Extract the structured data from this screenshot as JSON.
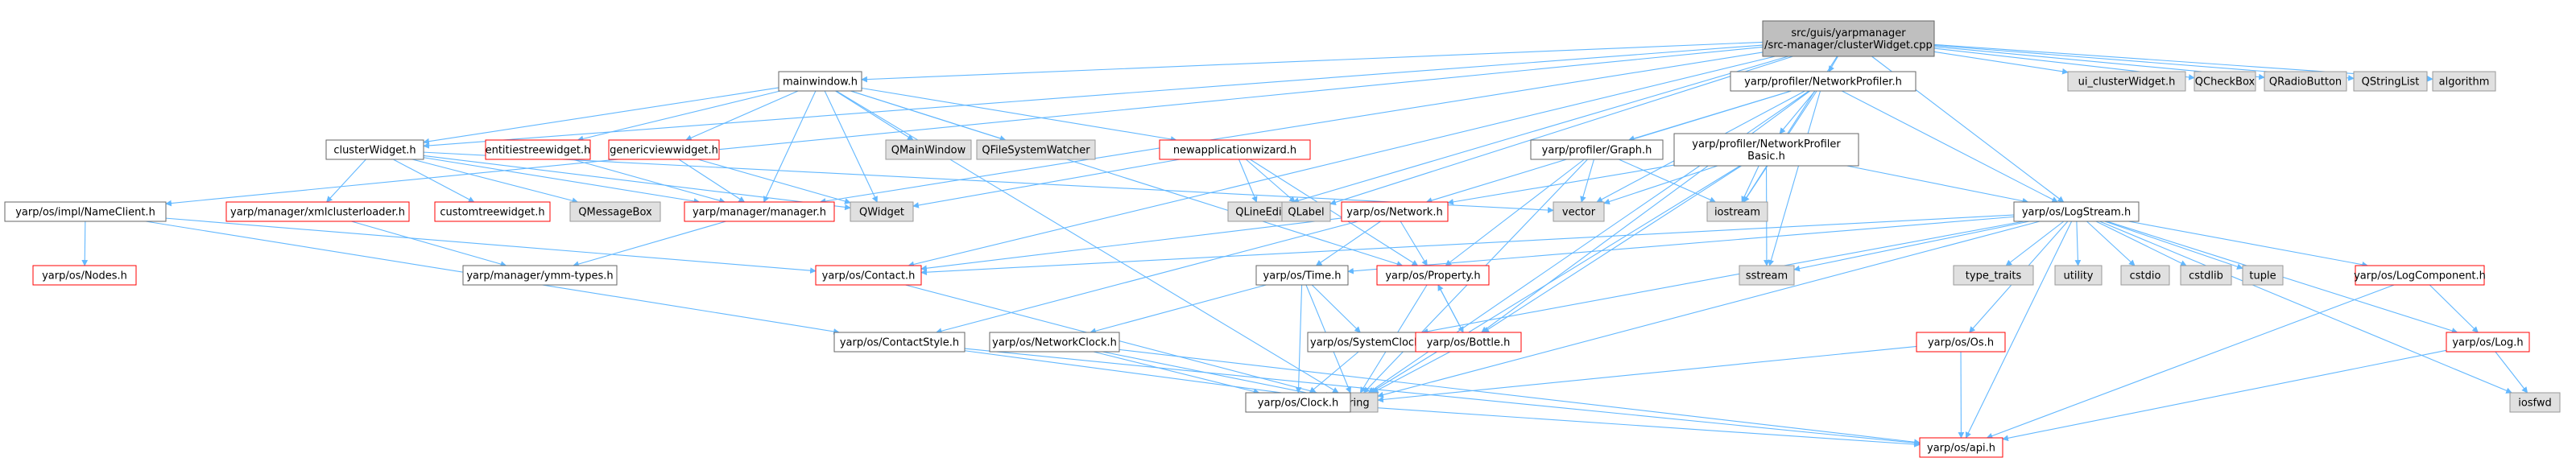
{
  "diagram": {
    "style": {
      "edge_color": "#63b8ff",
      "root_fill": "#bfbfbf",
      "root_border": "#666666",
      "documented_border": "#666666",
      "undocumented_border": "#ff0000",
      "system_fill": "#e0e0e0",
      "system_border": "#999999",
      "node_fill": "#ffffff"
    },
    "nodes": [
      {
        "id": "root",
        "lines": [
          "src/guis/yarpmanager",
          "/src-manager/clusterWidget.cpp"
        ],
        "kind": "root"
      },
      {
        "id": "ui_cw",
        "lines": [
          "ui_clusterWidget.h"
        ],
        "kind": "system"
      },
      {
        "id": "qcheckbox",
        "lines": [
          "QCheckBox"
        ],
        "kind": "system"
      },
      {
        "id": "qradiobutton",
        "lines": [
          "QRadioButton"
        ],
        "kind": "system"
      },
      {
        "id": "qstringlist",
        "lines": [
          "QStringList"
        ],
        "kind": "system"
      },
      {
        "id": "algorithm",
        "lines": [
          "algorithm"
        ],
        "kind": "system"
      },
      {
        "id": "mainwindow",
        "lines": [
          "mainwindow.h"
        ],
        "kind": "documented"
      },
      {
        "id": "netprof",
        "lines": [
          "yarp/profiler/NetworkProfiler.h"
        ],
        "kind": "documented"
      },
      {
        "id": "namecl",
        "lines": [
          "yarp/os/impl/NameClient.h"
        ],
        "kind": "documented"
      },
      {
        "id": "clusterw",
        "lines": [
          "clusterWidget.h"
        ],
        "kind": "documented"
      },
      {
        "id": "entities",
        "lines": [
          "entitiestreewidget.h"
        ],
        "kind": "undocumented"
      },
      {
        "id": "genericview",
        "lines": [
          "genericviewwidget.h"
        ],
        "kind": "undocumented"
      },
      {
        "id": "qmainwindow",
        "lines": [
          "QMainWindow"
        ],
        "kind": "system"
      },
      {
        "id": "qfsw",
        "lines": [
          "QFileSystemWatcher"
        ],
        "kind": "system"
      },
      {
        "id": "newapp",
        "lines": [
          "newapplicationwizard.h"
        ],
        "kind": "undocumented"
      },
      {
        "id": "graph",
        "lines": [
          "yarp/profiler/Graph.h"
        ],
        "kind": "documented"
      },
      {
        "id": "npbasic",
        "lines": [
          "yarp/profiler/NetworkProfiler",
          "Basic.h"
        ],
        "kind": "documented"
      },
      {
        "id": "xmlcl",
        "lines": [
          "yarp/manager/xmlclusterloader.h"
        ],
        "kind": "undocumented"
      },
      {
        "id": "customtree",
        "lines": [
          "customtreewidget.h"
        ],
        "kind": "undocumented"
      },
      {
        "id": "qmessagebox",
        "lines": [
          "QMessageBox"
        ],
        "kind": "system"
      },
      {
        "id": "manager",
        "lines": [
          "yarp/manager/manager.h"
        ],
        "kind": "undocumented"
      },
      {
        "id": "qwidget",
        "lines": [
          "QWidget"
        ],
        "kind": "system"
      },
      {
        "id": "qlineedit",
        "lines": [
          "QLineEdit"
        ],
        "kind": "system"
      },
      {
        "id": "qlabel",
        "lines": [
          "QLabel"
        ],
        "kind": "system"
      },
      {
        "id": "network",
        "lines": [
          "yarp/os/Network.h"
        ],
        "kind": "undocumented"
      },
      {
        "id": "vector",
        "lines": [
          "vector"
        ],
        "kind": "system"
      },
      {
        "id": "iostream",
        "lines": [
          "iostream"
        ],
        "kind": "system"
      },
      {
        "id": "logstream",
        "lines": [
          "yarp/os/LogStream.h"
        ],
        "kind": "documented"
      },
      {
        "id": "nodes",
        "lines": [
          "yarp/os/Nodes.h"
        ],
        "kind": "undocumented"
      },
      {
        "id": "ymmtypes",
        "lines": [
          "yarp/manager/ymm-types.h"
        ],
        "kind": "documented"
      },
      {
        "id": "contact",
        "lines": [
          "yarp/os/Contact.h"
        ],
        "kind": "undocumented"
      },
      {
        "id": "time",
        "lines": [
          "yarp/os/Time.h"
        ],
        "kind": "documented"
      },
      {
        "id": "property",
        "lines": [
          "yarp/os/Property.h"
        ],
        "kind": "undocumented"
      },
      {
        "id": "sstream",
        "lines": [
          "sstream"
        ],
        "kind": "system"
      },
      {
        "id": "typetraits",
        "lines": [
          "type_traits"
        ],
        "kind": "system"
      },
      {
        "id": "utility",
        "lines": [
          "utility"
        ],
        "kind": "system"
      },
      {
        "id": "cstdio",
        "lines": [
          "cstdio"
        ],
        "kind": "system"
      },
      {
        "id": "cstdlib",
        "lines": [
          "cstdlib"
        ],
        "kind": "system"
      },
      {
        "id": "tuple",
        "lines": [
          "tuple"
        ],
        "kind": "system"
      },
      {
        "id": "logcomp",
        "lines": [
          "yarp/os/LogComponent.h"
        ],
        "kind": "undocumented"
      },
      {
        "id": "contactstyle",
        "lines": [
          "yarp/os/ContactStyle.h"
        ],
        "kind": "documented"
      },
      {
        "id": "netclock",
        "lines": [
          "yarp/os/NetworkClock.h"
        ],
        "kind": "documented"
      },
      {
        "id": "sysclock",
        "lines": [
          "yarp/os/SystemClock.h"
        ],
        "kind": "documented"
      },
      {
        "id": "bottle",
        "lines": [
          "yarp/os/Bottle.h"
        ],
        "kind": "undocumented"
      },
      {
        "id": "os",
        "lines": [
          "yarp/os/Os.h"
        ],
        "kind": "undocumented"
      },
      {
        "id": "log",
        "lines": [
          "yarp/os/Log.h"
        ],
        "kind": "undocumented"
      },
      {
        "id": "string",
        "lines": [
          "string"
        ],
        "kind": "system"
      },
      {
        "id": "clock",
        "lines": [
          "yarp/os/Clock.h"
        ],
        "kind": "documented"
      },
      {
        "id": "iosfwd",
        "lines": [
          "iosfwd"
        ],
        "kind": "system"
      },
      {
        "id": "api",
        "lines": [
          "yarp/os/api.h"
        ],
        "kind": "undocumented"
      }
    ],
    "edges": [
      [
        "root",
        "ui_cw"
      ],
      [
        "root",
        "qcheckbox"
      ],
      [
        "root",
        "qradiobutton"
      ],
      [
        "root",
        "qstringlist"
      ],
      [
        "root",
        "algorithm"
      ],
      [
        "root",
        "mainwindow"
      ],
      [
        "root",
        "netprof"
      ],
      [
        "root",
        "namecl"
      ],
      [
        "root",
        "clusterw"
      ],
      [
        "root",
        "logstream"
      ],
      [
        "root",
        "iostream"
      ],
      [
        "root",
        "qlabel"
      ],
      [
        "root",
        "qlineedit"
      ],
      [
        "root",
        "manager"
      ],
      [
        "root",
        "contact"
      ],
      [
        "mainwindow",
        "clusterw"
      ],
      [
        "mainwindow",
        "entities"
      ],
      [
        "mainwindow",
        "genericview"
      ],
      [
        "mainwindow",
        "qmainwindow"
      ],
      [
        "mainwindow",
        "qfsw"
      ],
      [
        "mainwindow",
        "newapp"
      ],
      [
        "mainwindow",
        "manager"
      ],
      [
        "mainwindow",
        "qwidget"
      ],
      [
        "mainwindow",
        "string"
      ],
      [
        "mainwindow",
        "property"
      ],
      [
        "clusterw",
        "xmlcl"
      ],
      [
        "clusterw",
        "customtree"
      ],
      [
        "clusterw",
        "qmessagebox"
      ],
      [
        "clusterw",
        "manager"
      ],
      [
        "clusterw",
        "qwidget"
      ],
      [
        "clusterw",
        "vector"
      ],
      [
        "entities",
        "manager"
      ],
      [
        "genericview",
        "manager"
      ],
      [
        "genericview",
        "qwidget"
      ],
      [
        "newapp",
        "qwidget"
      ],
      [
        "newapp",
        "qlineedit"
      ],
      [
        "newapp",
        "qlabel"
      ],
      [
        "newapp",
        "property"
      ],
      [
        "xmlcl",
        "ymmtypes"
      ],
      [
        "manager",
        "ymmtypes"
      ],
      [
        "netprof",
        "graph"
      ],
      [
        "netprof",
        "npbasic"
      ],
      [
        "netprof",
        "network"
      ],
      [
        "netprof",
        "vector"
      ],
      [
        "netprof",
        "iostream"
      ],
      [
        "netprof",
        "logstream"
      ],
      [
        "netprof",
        "sstream"
      ],
      [
        "netprof",
        "string"
      ],
      [
        "netprof",
        "bottle"
      ],
      [
        "graph",
        "vector"
      ],
      [
        "graph",
        "iostream"
      ],
      [
        "graph",
        "string"
      ],
      [
        "graph",
        "property"
      ],
      [
        "npbasic",
        "vector"
      ],
      [
        "npbasic",
        "iostream"
      ],
      [
        "npbasic",
        "network"
      ],
      [
        "npbasic",
        "logstream"
      ],
      [
        "npbasic",
        "sstream"
      ],
      [
        "npbasic",
        "string"
      ],
      [
        "npbasic",
        "bottle"
      ],
      [
        "namecl",
        "nodes"
      ],
      [
        "namecl",
        "contact"
      ],
      [
        "namecl",
        "contactstyle"
      ],
      [
        "network",
        "contact"
      ],
      [
        "network",
        "time"
      ],
      [
        "network",
        "property"
      ],
      [
        "network",
        "contactstyle"
      ],
      [
        "logstream",
        "time"
      ],
      [
        "logstream",
        "contact"
      ],
      [
        "logstream",
        "sstream"
      ],
      [
        "logstream",
        "typetraits"
      ],
      [
        "logstream",
        "utility"
      ],
      [
        "logstream",
        "cstdio"
      ],
      [
        "logstream",
        "cstdlib"
      ],
      [
        "logstream",
        "tuple"
      ],
      [
        "logstream",
        "logcomp"
      ],
      [
        "logstream",
        "log"
      ],
      [
        "logstream",
        "os"
      ],
      [
        "logstream",
        "api"
      ],
      [
        "logstream",
        "string"
      ],
      [
        "logstream",
        "iosfwd"
      ],
      [
        "logstream",
        "sysclock"
      ],
      [
        "contact",
        "string"
      ],
      [
        "time",
        "netclock"
      ],
      [
        "time",
        "sysclock"
      ],
      [
        "time",
        "clock"
      ],
      [
        "time",
        "string"
      ],
      [
        "property",
        "bottle"
      ],
      [
        "property",
        "string"
      ],
      [
        "bottle",
        "property"
      ],
      [
        "bottle",
        "string"
      ],
      [
        "contactstyle",
        "string"
      ],
      [
        "contactstyle",
        "api"
      ],
      [
        "netclock",
        "clock"
      ],
      [
        "netclock",
        "string"
      ],
      [
        "netclock",
        "api"
      ],
      [
        "sysclock",
        "clock"
      ],
      [
        "clock",
        "api"
      ],
      [
        "os",
        "string"
      ],
      [
        "os",
        "api"
      ],
      [
        "logcomp",
        "log"
      ],
      [
        "logcomp",
        "api"
      ],
      [
        "log",
        "iosfwd"
      ],
      [
        "log",
        "api"
      ]
    ]
  }
}
